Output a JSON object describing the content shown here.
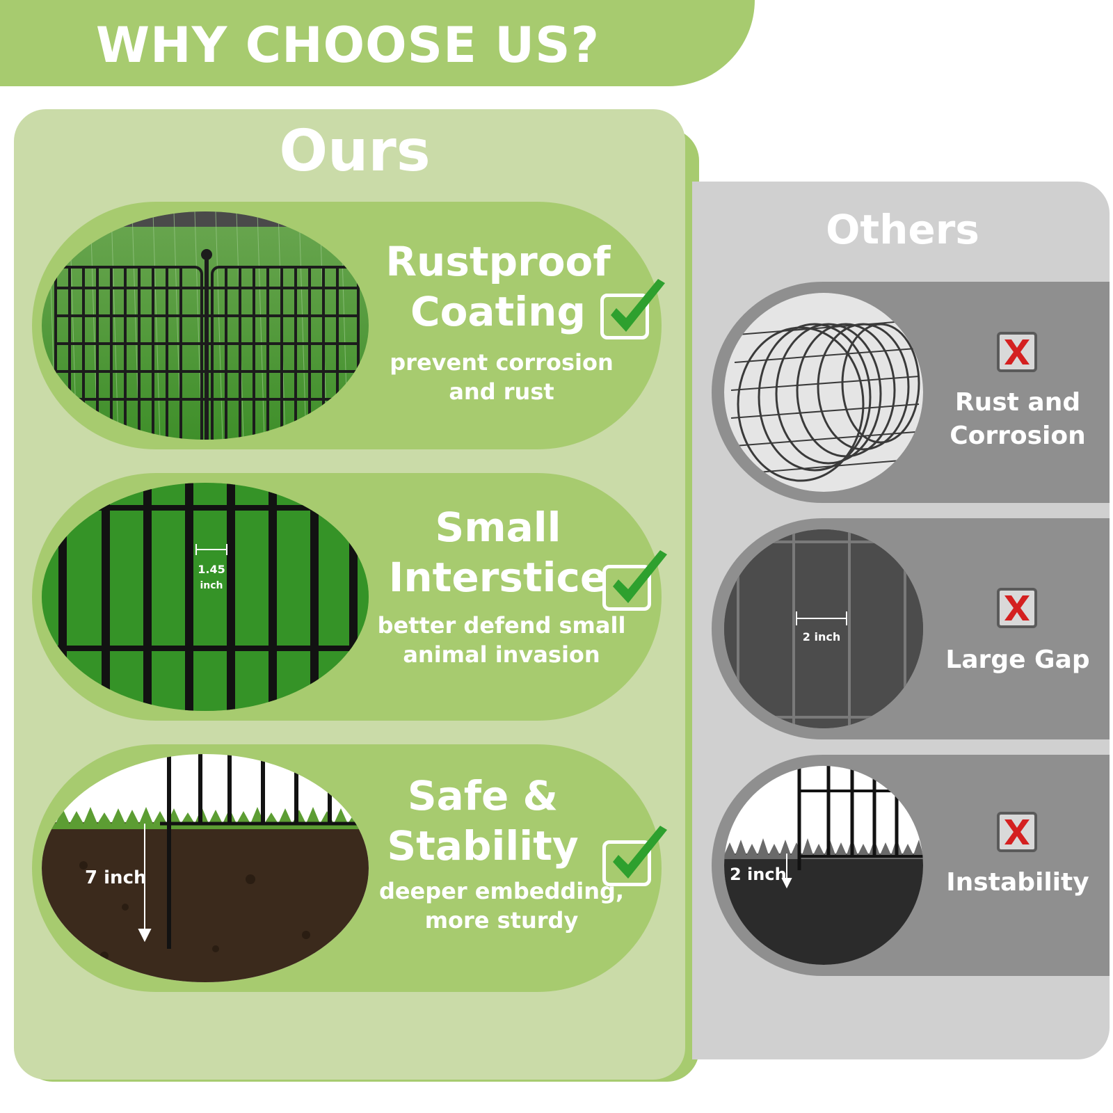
{
  "banner": {
    "title": "WHY CHOOSE US?"
  },
  "ours": {
    "title": "Ours",
    "features": [
      {
        "title_line1": "Rustproof",
        "title_line2": "Coating",
        "desc_line1": "prevent corrosion",
        "desc_line2": "and rust"
      },
      {
        "title_line1": "Small",
        "title_line2": "Interstice",
        "desc_line1": "better defend small",
        "desc_line2": "animal invasion",
        "measure_line1": "1.45",
        "measure_line2": "inch"
      },
      {
        "title_line1": "Safe &",
        "title_line2": "Stability",
        "desc_line1": "deeper embedding,",
        "desc_line2": "more sturdy",
        "measure": "7 inch"
      }
    ]
  },
  "others": {
    "title": "Others",
    "items": [
      {
        "label_line1": "Rust and",
        "label_line2": "Corrosion"
      },
      {
        "label_line1": "Large Gap",
        "measure": "2 inch"
      },
      {
        "label_line1": "Instability",
        "measure": "2 inch"
      }
    ]
  },
  "colors": {
    "banner_green": "#a7cb6f",
    "panel_green": "#cadba8",
    "check_green": "#2ea02e",
    "others_gray": "#d0d0d0",
    "others_row_gray": "#8f8f8f",
    "x_red": "#d42020"
  },
  "icons": {
    "check": "check-icon",
    "cross": "cross-icon"
  }
}
